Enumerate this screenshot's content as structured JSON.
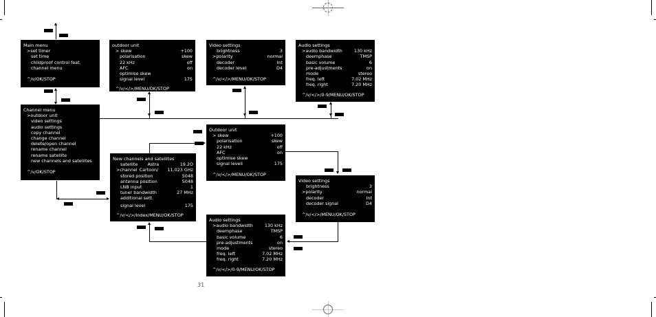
{
  "page": {
    "number": "31"
  },
  "main_menu": {
    "title": "Main menu",
    "items": [
      "set timer",
      "set time",
      "childproof control feat.",
      "channel menu"
    ],
    "selected_index": 0,
    "nav": "^/v/OK/STOP"
  },
  "outdoor_unit_top": {
    "title": "outdoor unit",
    "rows": [
      {
        "label": "skew",
        "value": "+100"
      },
      {
        "label": "polarisation",
        "value": "skew"
      },
      {
        "label": "22 kHz",
        "value": "off"
      },
      {
        "label": "AFC",
        "value": "on"
      },
      {
        "label": "optimise skew",
        "value": ""
      },
      {
        "label": "signal level",
        "value": "175"
      }
    ],
    "selected_index": 0,
    "nav": "^/v/</>/MENU/OK/STOP"
  },
  "video_settings_top": {
    "title": "Video settings",
    "rows": [
      {
        "label": "brightness",
        "value": "3"
      },
      {
        "label": "polarity",
        "value": "normal"
      },
      {
        "label": "decoder",
        "value": "Int"
      },
      {
        "label": "decoder level",
        "value": "D4"
      }
    ],
    "selected_index": 1,
    "nav": "^/v/</>/MENU/OK/STOP"
  },
  "audio_settings_top": {
    "title": "Audio settings",
    "rows": [
      {
        "label": "audio bandwidth",
        "value": "130 kHz"
      },
      {
        "label": "deemphase",
        "value": "TMSP"
      },
      {
        "label": "basic volume",
        "value": "6"
      },
      {
        "label": "pre-adjustments",
        "value": "on"
      },
      {
        "label": "mode",
        "value": "stereo"
      },
      {
        "label": "freq. left",
        "value": "7.02 MHz"
      },
      {
        "label": "freq. right",
        "value": "7.20 MHz"
      }
    ],
    "selected_index": 0,
    "nav": "^/v/</>/0-9/MENU/OK/STOP"
  },
  "channel_menu": {
    "title": "Channel menu",
    "items": [
      "outdoor unit",
      "video settings",
      "audio settings",
      "copy channel",
      "change channel",
      "delete/open channel",
      "rename channel",
      "rename satellite",
      "new channels and satellites"
    ],
    "selected_index": 0,
    "nav": "^/v/OK/STOP"
  },
  "new_channels": {
    "title": "New channels and satellites",
    "rows": [
      {
        "label": "satellite",
        "mid": "Astra",
        "value": "19.2O"
      },
      {
        "label": "channel",
        "mid": "Cartoon/",
        "value": "11.023 GHz"
      },
      {
        "label": "stored position",
        "mid": "",
        "value": "5048"
      },
      {
        "label": "antenna position",
        "mid": "",
        "value": "5048"
      },
      {
        "label": "LNB input",
        "mid": "",
        "value": "1"
      },
      {
        "label": "tuner bandwidth",
        "mid": "",
        "value": "27 MHz"
      },
      {
        "label": "additional sett.",
        "mid": "",
        "value": ""
      },
      {
        "label": "signal level",
        "mid": "",
        "value": "175"
      }
    ],
    "selected_index": 1,
    "nav": "^/v/</>/Index/MENU/OK/STOP"
  },
  "outdoor_unit_mid": {
    "title": "Outdoor unit",
    "rows": [
      {
        "label": "skew",
        "value": "+100"
      },
      {
        "label": "polarisation",
        "value": "skew"
      },
      {
        "label": "22 kHz",
        "value": "off"
      },
      {
        "label": "AFC",
        "value": "on"
      },
      {
        "label": "optimise skew",
        "value": ""
      },
      {
        "label": "signal levell",
        "value": "175"
      }
    ],
    "selected_index": 0,
    "nav": "^/v/</>/MENU/OK/STOP"
  },
  "video_settings_right": {
    "title": "Video settings",
    "rows": [
      {
        "label": "brightness",
        "value": "3"
      },
      {
        "label": "polarity",
        "value": "normal"
      },
      {
        "label": "decoder",
        "value": "Int"
      },
      {
        "label": "decoder signal",
        "value": "D4"
      }
    ],
    "selected_index": 1,
    "nav": "^/v/</>/MENU/OK/STOP"
  },
  "audio_settings_bottom": {
    "title": "Audio settings",
    "rows": [
      {
        "label": "audio bandwidth",
        "value": "130 kHz"
      },
      {
        "label": "deemphase",
        "value": "TMSP"
      },
      {
        "label": "basic volume",
        "value": "6"
      },
      {
        "label": "pre-adjustments",
        "value": "on"
      },
      {
        "label": "mode",
        "value": "stereo"
      },
      {
        "label": "freq. left",
        "value": "7.02 MHz"
      },
      {
        "label": "freq. right",
        "value": "7.20 MHz"
      }
    ],
    "selected_index": 0,
    "nav": "^/v/</>/0-9/MENU/OK/STOP"
  },
  "symbols": {
    "selector": ">"
  }
}
